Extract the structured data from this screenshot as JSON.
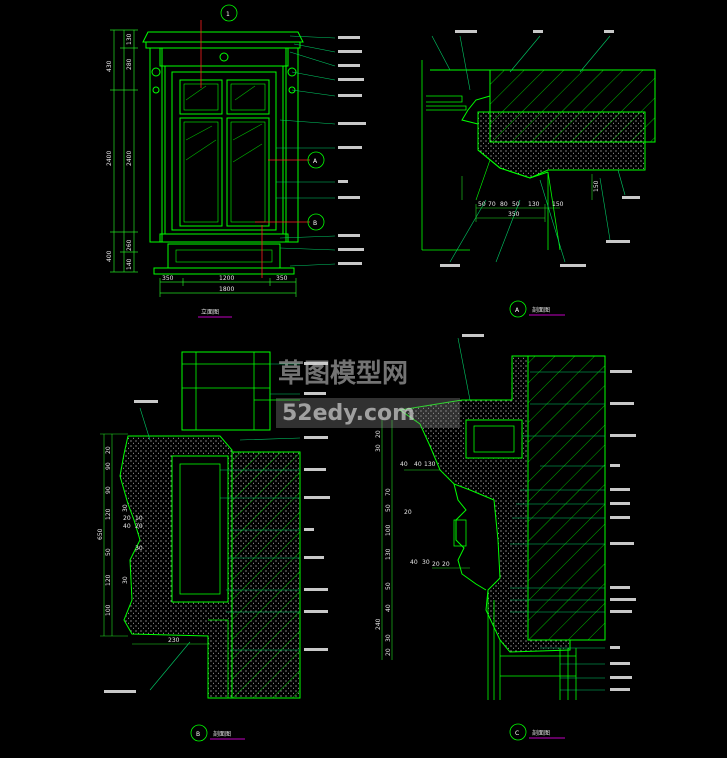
{
  "colors": {
    "background": "#000000",
    "outline": "#00ff00",
    "dimension": "#22dd22",
    "hatch": "#00b400",
    "leader": "#00cc66",
    "axis": "#ff2020",
    "text": "#d0d0d0",
    "underline": "#ff00ff"
  },
  "views": {
    "front": {
      "caption": "立面图",
      "dims_left": [
        "130",
        "280",
        "430",
        "2400",
        "2400",
        "400",
        "260",
        "140"
      ],
      "dims_bottom": [
        "350",
        "1200",
        "350",
        "1800"
      ],
      "markers": [
        "1",
        "A",
        "B"
      ]
    },
    "section_a": {
      "caption": "剖面图",
      "marker": "A",
      "dims": [
        "50",
        "70",
        "80",
        "50",
        "130",
        "350",
        "150",
        "150"
      ]
    },
    "section_b": {
      "caption": "剖面图",
      "marker": "B",
      "dims_left": [
        "20",
        "90",
        "90",
        "120",
        "30",
        "20",
        "10",
        "40",
        "20",
        "30",
        "50",
        "120",
        "30",
        "100",
        "650"
      ],
      "dims_bottom": [
        "230"
      ]
    },
    "section_c": {
      "caption": "剖面图",
      "marker": "C",
      "dims_left": [
        "20",
        "30",
        "40",
        "40",
        "130",
        "70",
        "50",
        "20",
        "100",
        "130",
        "40",
        "30",
        "50",
        "20",
        "20",
        "240",
        "40",
        "30",
        "20"
      ]
    }
  },
  "watermark": {
    "line1": "草图模型网",
    "line2": "52edy.com"
  }
}
